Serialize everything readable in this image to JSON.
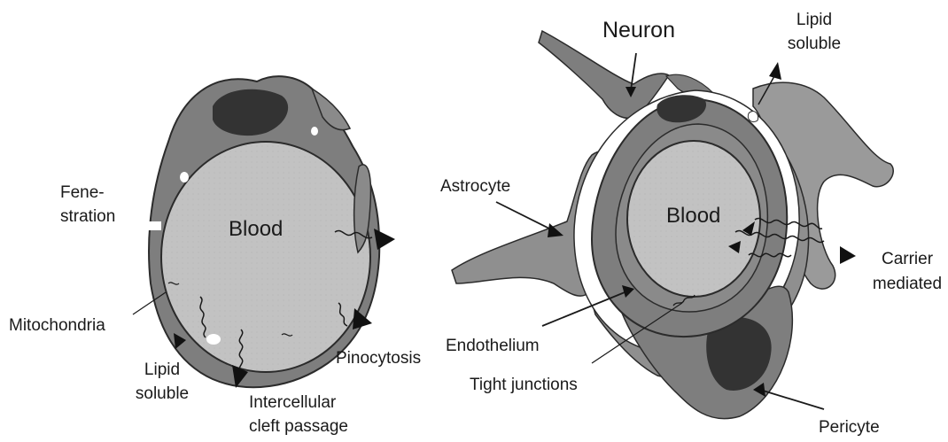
{
  "left_panel": {
    "labels": {
      "fenestration_line1": "Fene-",
      "fenestration_line2": "stration",
      "blood": "Blood",
      "mitochondria": "Mitochondria",
      "lipid_soluble_line1": "Lipid",
      "lipid_soluble_line2": "soluble",
      "intercellular_line1": "Intercellular",
      "intercellular_line2": "cleft passage",
      "pinocytosis": "Pinocytosis"
    }
  },
  "right_panel": {
    "labels": {
      "neuron": "Neuron",
      "lipid_soluble_line1": "Lipid",
      "lipid_soluble_line2": "soluble",
      "astrocyte": "Astrocyte",
      "blood": "Blood",
      "carrier_line1": "Carrier",
      "carrier_line2": "mediated",
      "endothelium": "Endothelium",
      "tight_junctions": "Tight junctions",
      "pericyte": "Pericyte"
    }
  },
  "colors": {
    "blood_fill": "#c2c2c2",
    "endothelium_fill": "#7e7e7e",
    "nucleus_fill": "#333333",
    "astrocyte_fill": "#8f8f8f",
    "outline": "#2b2b2b"
  }
}
